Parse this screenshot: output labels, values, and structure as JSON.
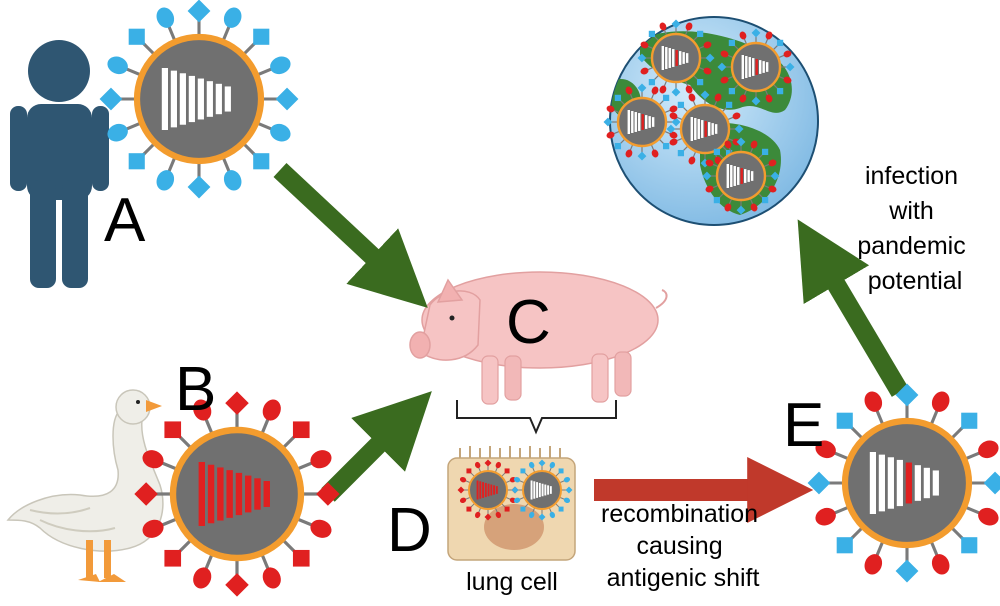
{
  "labels": {
    "a": "A",
    "b": "B",
    "c": "C",
    "d": "D",
    "e": "E"
  },
  "captions": {
    "lung_cell": "lung cell",
    "recombination": [
      "recombination",
      "causing",
      "antigenic shift"
    ],
    "infection": [
      "infection",
      "with",
      "pandemic",
      "potential"
    ]
  },
  "colors": {
    "human": "#2f5672",
    "arrow_green": "#3a6b1f",
    "arrow_red": "#c0392b",
    "virus_core": "#707070",
    "virus_ring": "#f39c2e",
    "spike_blue": "#3ab0e6",
    "spike_red": "#e02020",
    "pig": "#f6c4c4",
    "cell": "#efd7b0",
    "nucleus": "#d6a27a",
    "ocean": "#a9d2ef",
    "land": "#3c8a3a"
  },
  "icons": [
    "human-icon",
    "goose-icon",
    "pig-icon",
    "lung-cell-icon",
    "globe-icon",
    "virus-icon"
  ]
}
